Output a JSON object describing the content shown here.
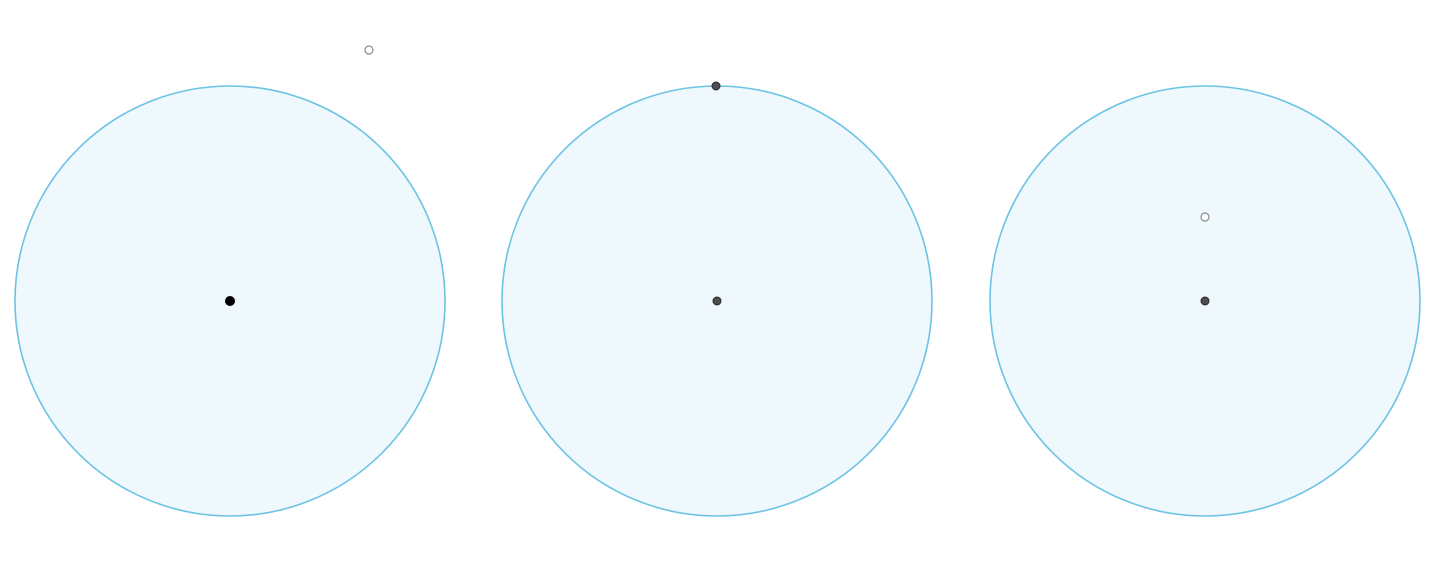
{
  "colors": {
    "background": "#ffffff",
    "circle_fill": "#eef8fd",
    "circle_stroke": "#6cc3e5",
    "point_solid": "#000000",
    "point_grey": "#4d4d4d",
    "point_grey_stroke": "#2a2a2a",
    "point_hollow_stroke": "#8a8a8a",
    "point_hollow_fill": "#ffffff"
  },
  "panels": [
    {
      "id": "panel-1",
      "circle_interactable": true,
      "points": [
        {
          "name": "center-point",
          "style": "solid"
        },
        {
          "name": "handle-point",
          "style": "hollow"
        }
      ]
    },
    {
      "id": "panel-2",
      "circle_interactable": true,
      "points": [
        {
          "name": "center-point",
          "style": "grey"
        },
        {
          "name": "edge-point",
          "style": "grey"
        }
      ]
    },
    {
      "id": "panel-3",
      "circle_interactable": true,
      "points": [
        {
          "name": "center-point",
          "style": "grey"
        },
        {
          "name": "inner-point",
          "style": "hollow"
        }
      ]
    }
  ]
}
